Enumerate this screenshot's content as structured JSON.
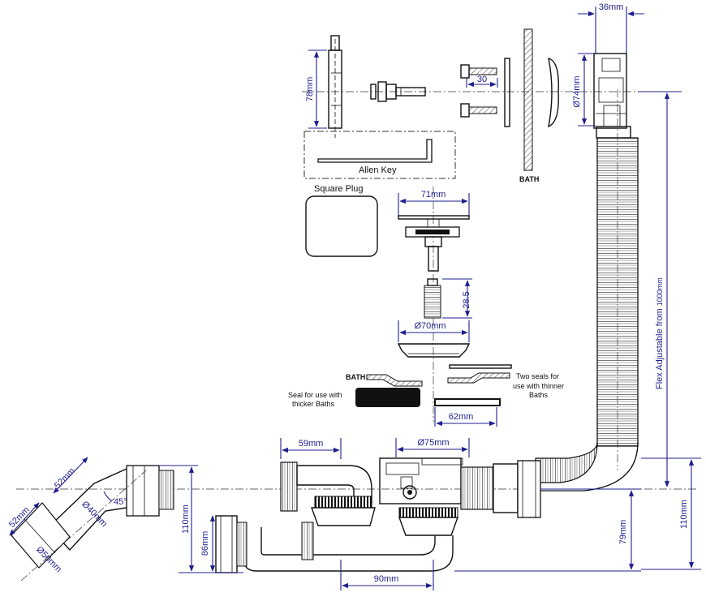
{
  "labels": {
    "allen_key": "Allen Key",
    "square_plug": "Square Plug",
    "bath_top": "BATH",
    "bath_mid": "BATH",
    "seal_thick_1": "Seal for use with",
    "seal_thick_2": "thicker Baths",
    "seal_thin_1": "Two seals for",
    "seal_thin_2": "use with thinner",
    "seal_thin_3": "Baths",
    "flex_main": "Flex Adjustable from ",
    "flex_length": "1000mm"
  },
  "dimensions": {
    "d36": "36mm",
    "d30": "30",
    "d78": "78mm",
    "d74": "Ø74mm",
    "d71": "71mm",
    "d28": "28.5",
    "d70": "Ø70mm",
    "d62": "62mm",
    "d75": "Ø75mm",
    "d59": "59mm",
    "d52a": "52mm",
    "d52b": "52mm",
    "d45": "45°",
    "d40": "Ø40mm",
    "d50": "Ø50mm",
    "d110a": "110mm",
    "d86": "86mm",
    "d90": "90mm",
    "d79": "79mm",
    "d110b": "110mm"
  }
}
